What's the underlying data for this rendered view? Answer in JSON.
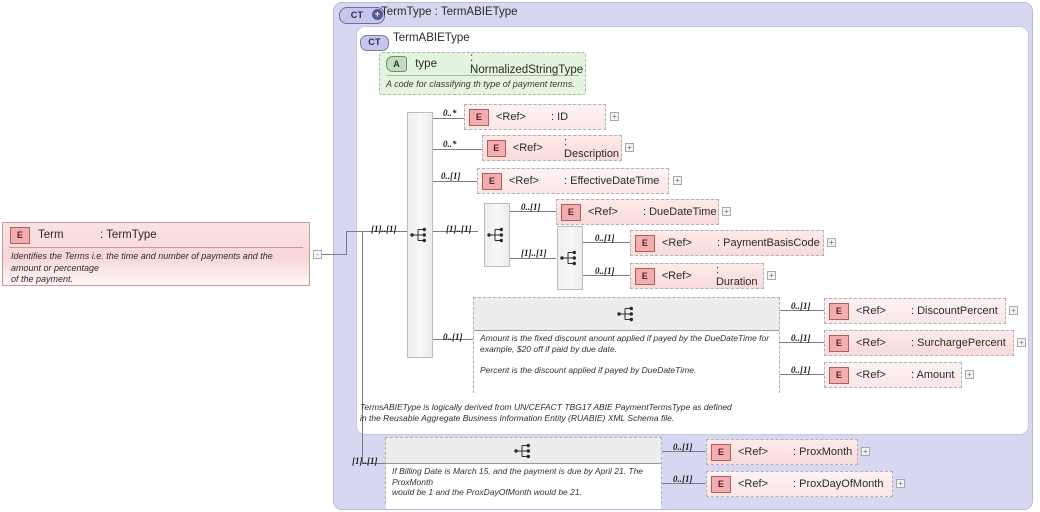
{
  "diagram": {
    "title": "TermType : TermABIEType",
    "root": {
      "badge": "E",
      "name": "Term",
      "type": ": TermType",
      "doc": "Identifies the Terms i.e. the time and number of payments and the amount or percentage\nof the payment.",
      "collapse_icon": "-"
    },
    "outer": {
      "badge": "CT+",
      "badge_ct": "CT",
      "badge_plus": "+",
      "label": "TermType : TermABIEType"
    },
    "inner": {
      "badge": "CT",
      "label": "TermABIEType",
      "footer_note": "TermsABIEType is logically derived from UN/CEFACT TBG17 ABIE PaymentTermsType as defined\nin the Reusable Aggregate Business Information Entity (RUABIE) XML Schema file."
    },
    "attribute": {
      "badge": "A",
      "name": "type",
      "type": ": NormalizedStringType",
      "doc": "A code for classifying th type of payment terms."
    },
    "compositors": [
      {
        "id": "seq-main",
        "icon": "sequence-icon",
        "cardinality": "[1]..[1]"
      },
      {
        "id": "seq-date",
        "icon": "sequence-icon",
        "cardinality": "[1]..[1]"
      },
      {
        "id": "seq-basis",
        "icon": "sequence-icon",
        "cardinality": "[1]..[1]"
      },
      {
        "id": "seq-amount",
        "icon": "sequence-icon",
        "cardinality": "0..[1]",
        "doc": "Amount is the fixed discount anount applied if payed by the DueDateTime for\nexample, $20 off if paid by due date.\n\nPercent is the discount applied if payed by DueDateTime."
      },
      {
        "id": "seq-prox",
        "icon": "sequence-icon",
        "cardinality": "[1]..[1]",
        "doc": "If Billing Date is March 15, and the payment is due by April 21. The ProxMonth\nwould be 1 and the ProxDayOfMonth would be 21."
      }
    ],
    "elements": [
      {
        "badge": "E",
        "ref": "<Ref>",
        "name": ": ID",
        "cardinality": "0..*",
        "expand": "+"
      },
      {
        "badge": "E",
        "ref": "<Ref>",
        "name": ": Description",
        "cardinality": "0..*",
        "expand": "+"
      },
      {
        "badge": "E",
        "ref": "<Ref>",
        "name": ": EffectiveDateTime",
        "cardinality": "0..[1]",
        "expand": "+"
      },
      {
        "badge": "E",
        "ref": "<Ref>",
        "name": ": DueDateTime",
        "cardinality": "0..[1]",
        "expand": "+"
      },
      {
        "badge": "E",
        "ref": "<Ref>",
        "name": ": PaymentBasisCode",
        "cardinality": "0..[1]",
        "expand": "+"
      },
      {
        "badge": "E",
        "ref": "<Ref>",
        "name": ": Duration",
        "cardinality": "0..[1]",
        "expand": "+"
      },
      {
        "badge": "E",
        "ref": "<Ref>",
        "name": ": DiscountPercent",
        "cardinality": "0..[1]",
        "expand": "+"
      },
      {
        "badge": "E",
        "ref": "<Ref>",
        "name": ": SurchargePercent",
        "cardinality": "0..[1]",
        "expand": "+"
      },
      {
        "badge": "E",
        "ref": "<Ref>",
        "name": ": Amount",
        "cardinality": "0..[1]",
        "expand": "+"
      },
      {
        "badge": "E",
        "ref": "<Ref>",
        "name": ": ProxMonth",
        "cardinality": "0..[1]",
        "expand": "+"
      },
      {
        "badge": "E",
        "ref": "<Ref>",
        "name": ": ProxDayOfMonth",
        "cardinality": "0..[1]",
        "expand": "+"
      }
    ],
    "colors": {
      "panel_bg": "#d8d7f2",
      "element_fill": "#f8dada",
      "attribute_fill": "#e5f4e0",
      "badge_ct_fill": "#c6c5ea",
      "line": "#7b7b8c"
    }
  }
}
